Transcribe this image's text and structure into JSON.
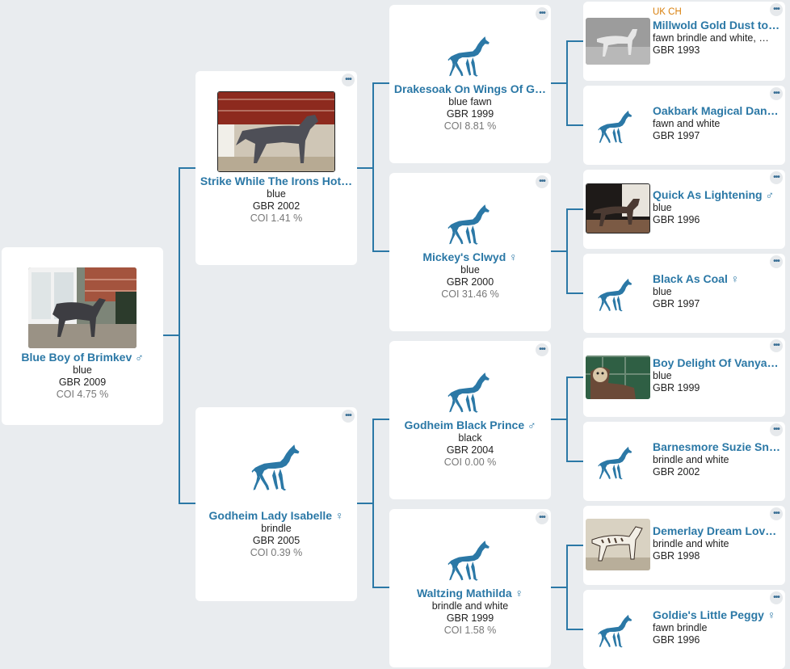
{
  "colors": {
    "accent": "#2b78a6",
    "background": "#e9ecef",
    "title_tag": "#d9800d"
  },
  "icons": {
    "placeholder": "greyhound-silhouette-icon",
    "more": "ellipsis-icon",
    "male": "male-symbol-icon",
    "female": "female-symbol-icon"
  },
  "more_label": "•••",
  "root": {
    "name": "Blue Boy of Brimkev",
    "sex_symbol": "♂",
    "color": "blue",
    "reg": "GBR 2009",
    "coi": "COI 4.75 %"
  },
  "gen1": [
    {
      "name": "Strike While The Irons Hot…",
      "sex_symbol": "",
      "color": "blue",
      "reg": "GBR 2002",
      "coi": "COI 1.41 %"
    },
    {
      "name": "Godheim Lady Isabelle",
      "sex_symbol": "♀",
      "color": "brindle",
      "reg": "GBR 2005",
      "coi": "COI 0.39 %"
    }
  ],
  "gen2": [
    {
      "name": "Drakesoak On Wings Of G…",
      "sex_symbol": "",
      "color": "blue fawn",
      "reg": "GBR 1999",
      "coi": "COI 8.81 %"
    },
    {
      "name": "Mickey's Clwyd",
      "sex_symbol": "♀",
      "color": "blue",
      "reg": "GBR 2000",
      "coi": "COI 31.46 %"
    },
    {
      "name": "Godheim Black Prince",
      "sex_symbol": "♂",
      "color": "black",
      "reg": "GBR 2004",
      "coi": "COI 0.00 %"
    },
    {
      "name": "Waltzing Mathilda",
      "sex_symbol": "♀",
      "color": "brindle and white",
      "reg": "GBR 1999",
      "coi": "COI 1.58 %"
    }
  ],
  "gen3": [
    {
      "title": "UK CH",
      "name": "Millwold Gold Dust to…",
      "sex_symbol": "",
      "color": "fawn brindle and white, …",
      "reg": "GBR 1993"
    },
    {
      "title": "",
      "name": "Oakbark Magical Dan…",
      "sex_symbol": "",
      "color": "fawn and white",
      "reg": "GBR 1997"
    },
    {
      "title": "",
      "name": "Quick As Lightening",
      "sex_symbol": "♂",
      "color": "blue",
      "reg": "GBR 1996"
    },
    {
      "title": "",
      "name": "Black As Coal",
      "sex_symbol": "♀",
      "color": "blue",
      "reg": "GBR 1997"
    },
    {
      "title": "",
      "name": "Boy Delight Of Vanya …",
      "sex_symbol": "",
      "color": "blue",
      "reg": "GBR 1999"
    },
    {
      "title": "",
      "name": "Barnesmore Suzie Sn…",
      "sex_symbol": "",
      "color": "brindle and white",
      "reg": "GBR 2002"
    },
    {
      "title": "",
      "name": "Demerlay Dream Lov…",
      "sex_symbol": "",
      "color": "brindle and white",
      "reg": "GBR 1998"
    },
    {
      "title": "",
      "name": "Goldie's Little Peggy",
      "sex_symbol": "♀",
      "color": "fawn brindle",
      "reg": "GBR 1996"
    }
  ]
}
